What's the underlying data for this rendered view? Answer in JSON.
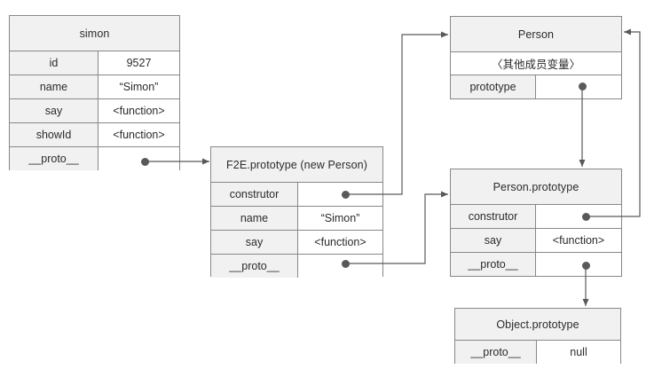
{
  "diagram": {
    "title": "JavaScript prototype chain diagram",
    "background_color": "#ffffff",
    "border_color": "#888888",
    "header_fill": "#f1f1f1",
    "key_fill": "#f1f1f1",
    "value_fill": "#ffffff",
    "text_color": "#2b2b2b",
    "connector_color": "#595959"
  },
  "tables": {
    "simon": {
      "title": "simon",
      "rows": [
        {
          "key": "id",
          "value": "9527"
        },
        {
          "key": "name",
          "value": "“Simon”"
        },
        {
          "key": "say",
          "value": "<function>"
        },
        {
          "key": "showId",
          "value": "<function>"
        },
        {
          "key": "__proto__",
          "value": ""
        }
      ]
    },
    "f2e_prototype": {
      "title": "F2E.prototype (new Person)",
      "rows": [
        {
          "key": "construtor",
          "value": ""
        },
        {
          "key": "name",
          "value": "“Simon”"
        },
        {
          "key": "say",
          "value": "<function>"
        },
        {
          "key": "__proto__",
          "value": ""
        }
      ]
    },
    "person": {
      "title": "Person",
      "note_row": "〈其他成员变量〉",
      "rows": [
        {
          "key": "prototype",
          "value": ""
        }
      ]
    },
    "person_prototype": {
      "title": "Person.prototype",
      "rows": [
        {
          "key": "construtor",
          "value": ""
        },
        {
          "key": "say",
          "value": "<function>"
        },
        {
          "key": "__proto__",
          "value": ""
        }
      ]
    },
    "object_prototype": {
      "title": "Object.prototype",
      "rows": [
        {
          "key": "__proto__",
          "value": "null"
        }
      ]
    }
  },
  "connectors": [
    {
      "name": "simon-proto-to-f2e-prototype",
      "from": "simon.__proto__",
      "to": "F2E.prototype"
    },
    {
      "name": "f2e-construtor-to-person",
      "from": "F2E.prototype.construtor",
      "to": "Person"
    },
    {
      "name": "f2e-proto-to-person-prototype",
      "from": "F2E.prototype.__proto__",
      "to": "Person.prototype"
    },
    {
      "name": "person-prototype-to-person-prototype-table",
      "from": "Person.prototype",
      "to": "Person.prototype"
    },
    {
      "name": "person-prototype-construtor-to-person",
      "from": "Person.prototype.construtor",
      "to": "Person"
    },
    {
      "name": "person-prototype-proto-to-object-prototype",
      "from": "Person.prototype.__proto__",
      "to": "Object.prototype"
    }
  ]
}
